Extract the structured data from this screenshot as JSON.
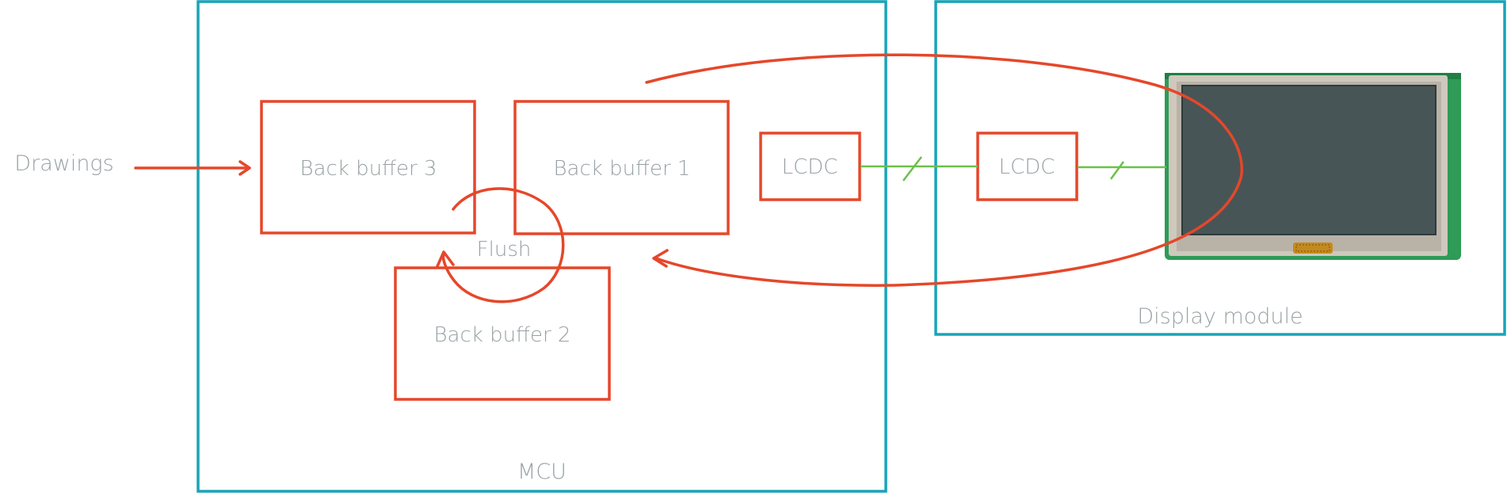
{
  "labels": {
    "drawings": "Drawings",
    "mcu": "MCU",
    "display_module": "Display module",
    "back_buffer_1": "Back buffer 1",
    "back_buffer_2": "Back buffer 2",
    "back_buffer_3": "Back buffer 3",
    "lcdc_mcu": "LCDC",
    "lcdc_display": "LCDC",
    "flush": "Flush"
  },
  "colors": {
    "container_stroke": "#17a4b8",
    "block_stroke": "#e5472a",
    "flow_arrow": "#e5472a",
    "bus_line": "#6cc04a",
    "label_text": "#98a1a4",
    "screen_bezel": "#cfc8bc",
    "screen_glass": "#475556",
    "pcb": "#2e9b57"
  },
  "icons": {
    "display_photo": "lcd-display-module-image"
  }
}
